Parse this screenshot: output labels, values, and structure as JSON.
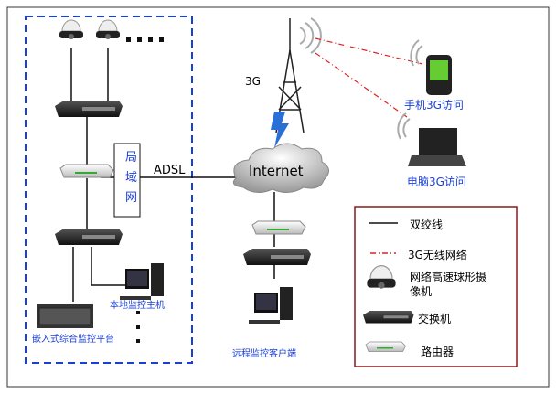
{
  "lan_label": [
    "局",
    "域",
    "网"
  ],
  "adsl_label": "ADSL",
  "internet_label": "Internet",
  "tower_label": "3G",
  "phone_label": "手机3G访问",
  "laptop_label": "电脑3G访问",
  "local_host_label": "本地监控主机",
  "platform_label": "嵌入式综合监控平台",
  "remote_client_label": "远程监控客户端",
  "legend": {
    "twisted_pair": "双绞线",
    "wireless_3g": "3G无线网络",
    "camera_line1": "网络高速球形摄",
    "camera_line2": "像机",
    "switch": "交换机",
    "router": "路由器"
  },
  "colors": {
    "dashed_box": "#1a3fd6",
    "wireless": "#e02020",
    "legend_border": "#8b1a1a",
    "label_blue": "#1a3fd6"
  }
}
